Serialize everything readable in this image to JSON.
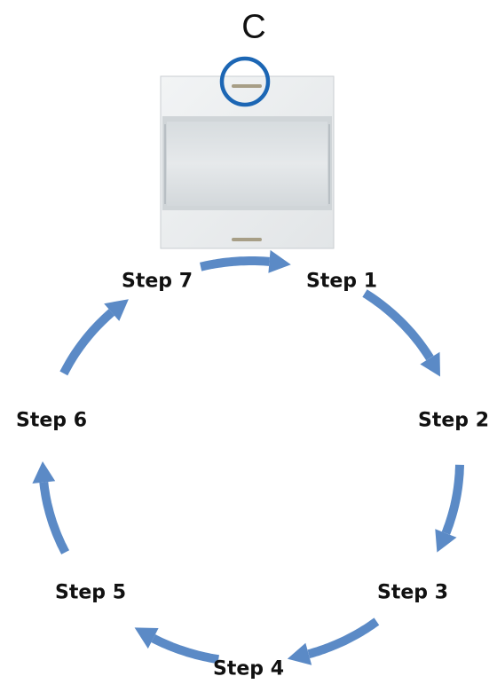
{
  "device": {
    "callout_letter": "C",
    "callout_color": "#1c66b4",
    "panel_color": "#e9ecee",
    "rocker_color": "#dde1e4"
  },
  "cycle": {
    "arrow_color": "#5b8ac6",
    "steps": [
      "Step 1",
      "Step 2",
      "Step 3",
      "Step 4",
      "Step 5",
      "Step 6",
      "Step 7"
    ]
  }
}
